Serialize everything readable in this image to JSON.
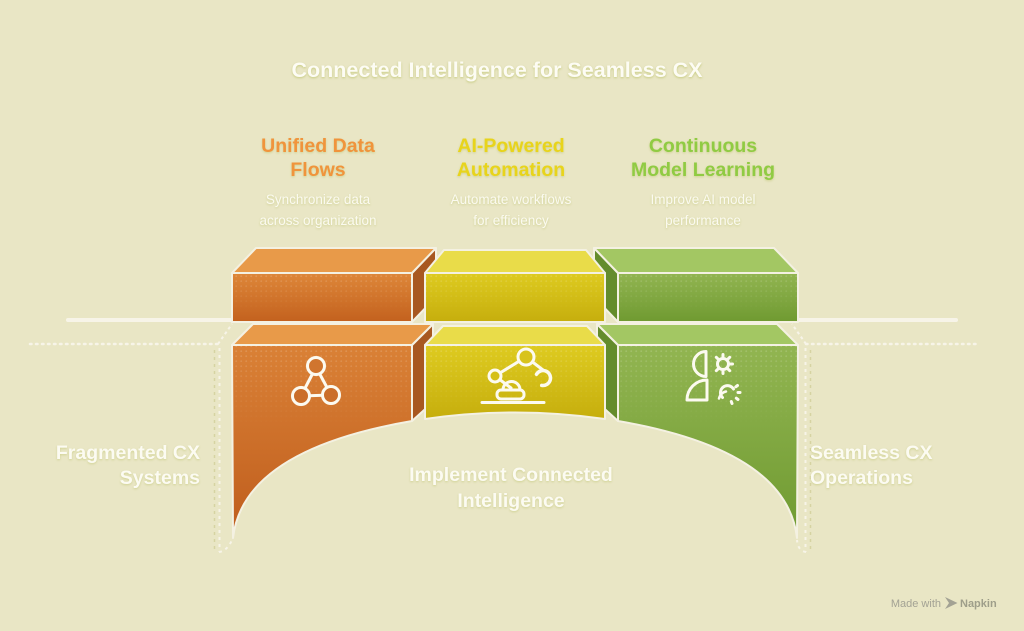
{
  "title": "Connected Intelligence for Seamless CX",
  "columns": [
    {
      "heading1": "Unified Data",
      "heading2": "Flows",
      "sub1": "Synchronize data",
      "sub2": "across organization",
      "color": "#f0943c",
      "icon": "network-nodes-icon",
      "box_color": "#d07730"
    },
    {
      "heading1": "AI-Powered",
      "heading2": "Automation",
      "sub1": "Automate workflows",
      "sub2": "for efficiency",
      "color": "#e8d41b",
      "icon": "robot-arm-icon",
      "box_color": "#d2bd15"
    },
    {
      "heading1": "Continuous",
      "heading2": "Model Learning",
      "sub1": "Improve AI model",
      "sub2": "performance",
      "color": "#90cb43",
      "icon": "person-gears-icon",
      "box_color": "#83a941"
    }
  ],
  "labels": {
    "left1": "Fragmented CX",
    "left2": "Systems",
    "center1": "Implement Connected",
    "center2": "Intelligence",
    "right1": "Seamless CX",
    "right2": "Operations"
  },
  "footer": {
    "made_with": "Made with",
    "brand": "Napkin"
  },
  "colors": {
    "background": "#e9e6c5",
    "outline": "#f4f1e2",
    "text_white": "#fdfcf4",
    "footer_gray": "#a3a294"
  }
}
